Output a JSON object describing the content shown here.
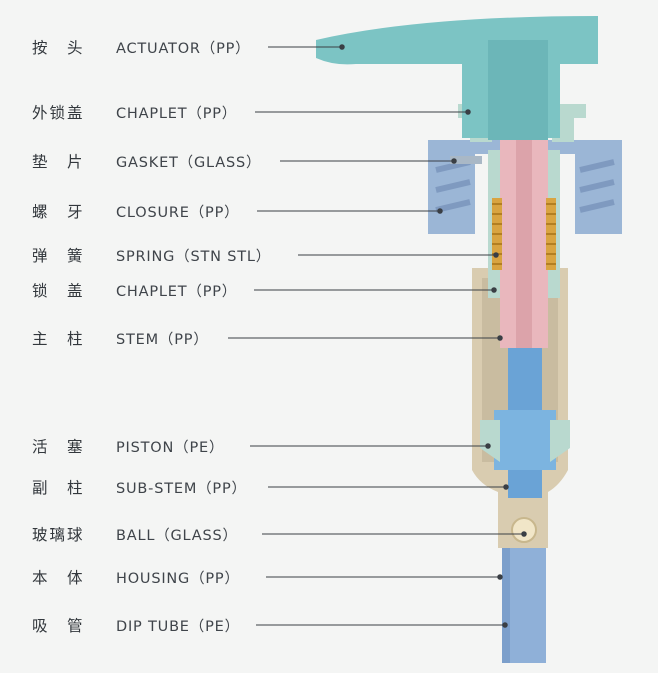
{
  "labels": [
    {
      "zh": "按　头",
      "en": "ACTUATOR（PP）",
      "part": "actuator"
    },
    {
      "zh": "外锁盖",
      "en": "CHAPLET（PP）",
      "part": "outer-chaplet"
    },
    {
      "zh": "垫　片",
      "en": "GASKET（GLASS）",
      "part": "gasket"
    },
    {
      "zh": "螺　牙",
      "en": "CLOSURE（PP）",
      "part": "closure"
    },
    {
      "zh": "弹　簧",
      "en": "SPRING（STN STL）",
      "part": "spring"
    },
    {
      "zh": "锁　盖",
      "en": "CHAPLET（PP）",
      "part": "chaplet"
    },
    {
      "zh": "主　柱",
      "en": "STEM（PP）",
      "part": "stem"
    },
    {
      "zh": "活　塞",
      "en": "PISTON（PE）",
      "part": "piston"
    },
    {
      "zh": "副　柱",
      "en": "SUB-STEM（PP）",
      "part": "sub-stem"
    },
    {
      "zh": "玻璃球",
      "en": "BALL（GLASS）",
      "part": "ball"
    },
    {
      "zh": "本　体",
      "en": "HOUSING（PP）",
      "part": "housing"
    },
    {
      "zh": "吸　管",
      "en": "DIP TUBE（PE）",
      "part": "dip-tube"
    }
  ],
  "colors": {
    "actuator": "#7cc4c4",
    "chaplet": "#b9d9cf",
    "closure": "#9bb6d6",
    "stem": "#e9b7bd",
    "housing": "#d9ccb0",
    "sub_stem": "#6aa3d6",
    "dip_tube": "#8fb0d8",
    "spring": "#d9a441",
    "leader": "#3a3f45"
  }
}
